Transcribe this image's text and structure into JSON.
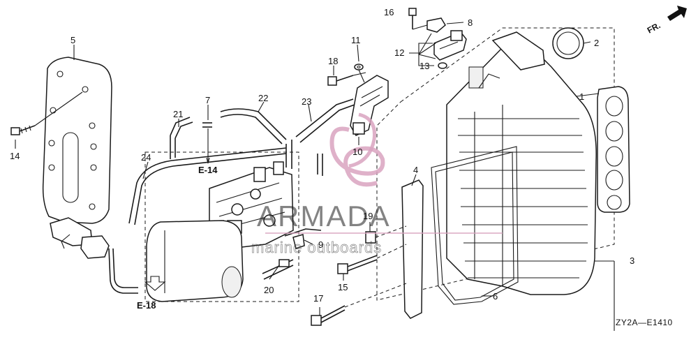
{
  "diagram": {
    "drawing_code": "ZY2A—E1410",
    "direction_label": "FR.",
    "callouts": [
      "1",
      "2",
      "3",
      "4",
      "5",
      "6",
      "7",
      "8",
      "9",
      "10",
      "11",
      "12",
      "13",
      "14",
      "15",
      "16",
      "17",
      "18",
      "19",
      "20",
      "21",
      "22",
      "23",
      "24"
    ],
    "references": [
      "E-14",
      "E-18"
    ]
  },
  "watermark": {
    "brand": "ARMADA",
    "tagline": "marine outboards",
    "colors": {
      "logo": "#d9a3c0",
      "text": "#1f1f1f"
    }
  }
}
